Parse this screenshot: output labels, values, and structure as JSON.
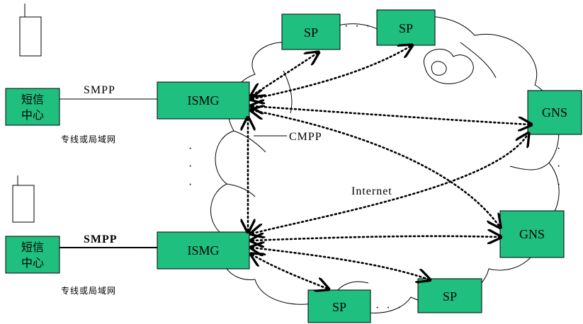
{
  "diagram": {
    "internet_label": "Internet",
    "cmpp_label": "CMPP",
    "ellipsis_h": "· · ·",
    "ellipsis_v": "·",
    "top": {
      "smsc_line1": "短信",
      "smsc_line2": "中心",
      "smpp_label": "SMPP",
      "ismg_label": "ISMG",
      "caption": "专线或局域网"
    },
    "bottom": {
      "smsc_line1": "短信",
      "smsc_line2": "中心",
      "smpp_label": "SMPP",
      "ismg_label": "ISMG",
      "caption": "专线或局域网"
    },
    "sp_top_left": "SP",
    "sp_top_right": "SP",
    "sp_bottom_left": "SP",
    "sp_bottom_right": "SP",
    "gns_upper": "GNS",
    "gns_lower": "GNS",
    "colors": {
      "box_fill": "#1fbf7f",
      "line": "#000000",
      "background": "#ffffff"
    }
  }
}
